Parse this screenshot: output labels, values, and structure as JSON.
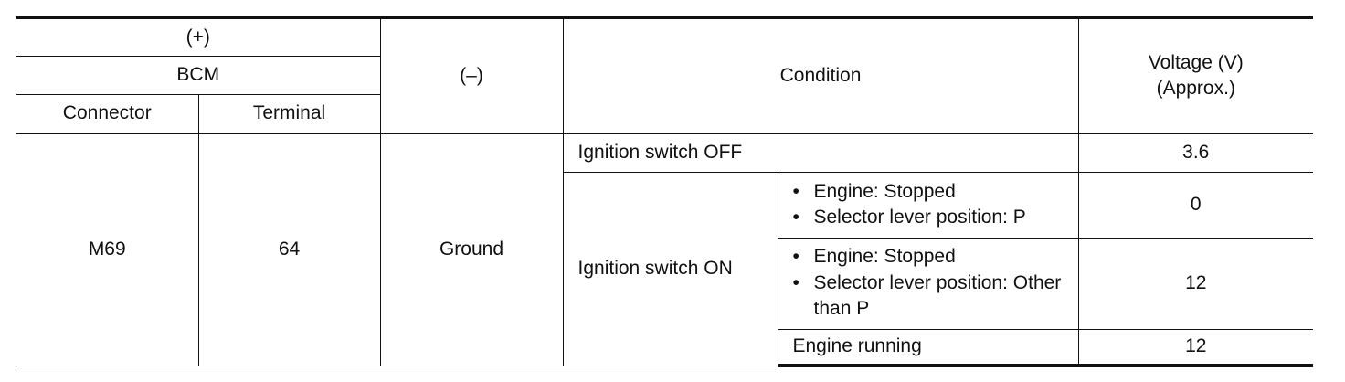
{
  "header": {
    "plus": "(+)",
    "unit": "BCM",
    "connector": "Connector",
    "terminal": "Terminal",
    "minus": "(–)",
    "condition": "Condition",
    "voltage_line1": "Voltage (V)",
    "voltage_line2": "(Approx.)"
  },
  "row": {
    "connector": "M69",
    "terminal": "64",
    "minus": "Ground",
    "conditions": [
      {
        "switch": "Ignition switch OFF",
        "voltage": "3.6"
      },
      {
        "switch": "Ignition switch ON",
        "sub": [
          {
            "bullets": [
              "Engine: Stopped",
              "Selector lever position: P"
            ],
            "voltage": "0"
          },
          {
            "bullets": [
              "Engine: Stopped",
              "Selector lever position: Other than P"
            ],
            "voltage": "12"
          },
          {
            "text": "Engine running",
            "voltage": "12"
          }
        ]
      }
    ]
  }
}
